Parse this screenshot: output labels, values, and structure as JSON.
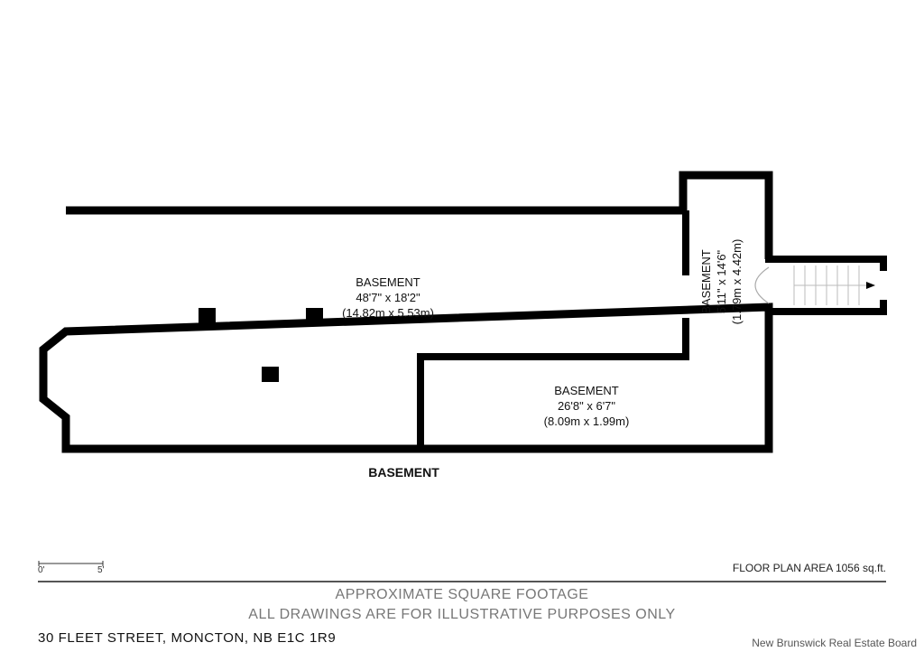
{
  "rooms": {
    "main": {
      "name": "BASEMENT",
      "dim_imperial": "48'7\" x 18'2\"",
      "dim_metric": "(14.82m x 5.53m)"
    },
    "small": {
      "name": "BASEMENT",
      "dim_imperial": "26'8\" x 6'7\"",
      "dim_metric": "(8.09m x 1.99m)"
    },
    "narrow": {
      "name": "BASEMENT",
      "dim_imperial": "5'11\" x 14'6\"",
      "dim_metric": "(1.79m x 4.42m)"
    }
  },
  "floor_title": "BASEMENT",
  "scale": {
    "start": "0'",
    "end": "5'"
  },
  "floor_area": "FLOOR PLAN AREA 1056 sq.ft.",
  "disclaimer": {
    "line1": "APPROXIMATE SQUARE FOOTAGE",
    "line2": "ALL DRAWINGS ARE FOR ILLUSTRATIVE PURPOSES ONLY"
  },
  "address": "30 FLEET STREET, MONCTON, NB E1C 1R9",
  "brand": "New Brunswick Real Estate Board",
  "colors": {
    "wall": "#000000",
    "rule": "#555555",
    "footer_text": "#777777"
  }
}
